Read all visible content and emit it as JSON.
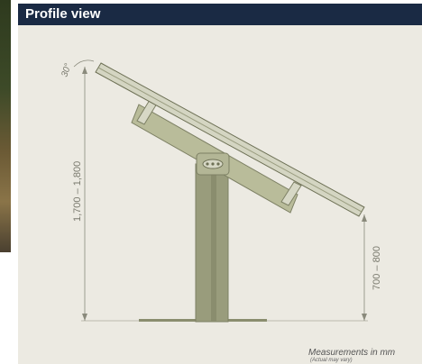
{
  "header": {
    "title": "Profile view"
  },
  "dimensions": {
    "tilt_angle": "30°",
    "total_height": "1,700 – 1,800",
    "lower_edge_height": "700 – 800"
  },
  "footer": {
    "measurement_note": "Measurements in mm",
    "disclaimer": "(Actual may vary)"
  },
  "colors": {
    "header_bg": "#1a2a44",
    "panel_bg": "#eceae2",
    "structure": "#b9bc9a",
    "structure_outline": "#7d8064",
    "post": "#999c7c"
  }
}
